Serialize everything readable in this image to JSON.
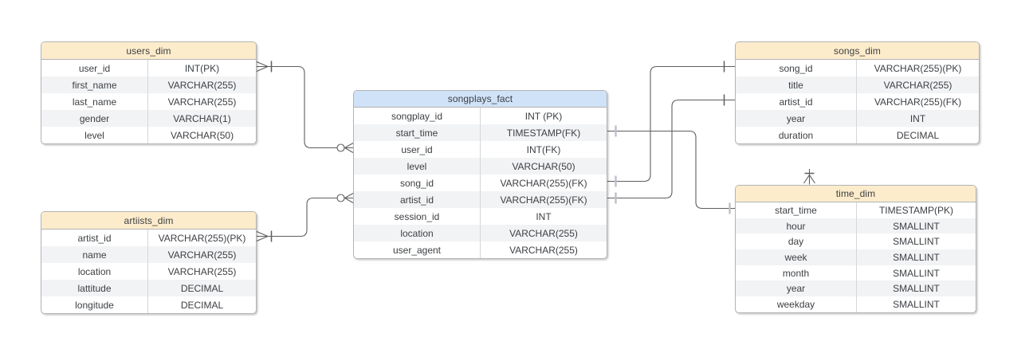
{
  "colors": {
    "dim_header": "#fdeccb",
    "fact_header": "#cfe2f7",
    "row_alt": "#f2f3f5",
    "table_border": "#b3b3b3",
    "connector_line": "#5e5e5e",
    "text": "#3c3f43"
  },
  "tables": [
    {
      "id": "users_dim",
      "title": "users_dim",
      "kind": "dim",
      "rows": [
        {
          "field": "user_id",
          "type": "INT(PK)"
        },
        {
          "field": "first_name",
          "type": "VARCHAR(255)"
        },
        {
          "field": "last_name",
          "type": "VARCHAR(255)"
        },
        {
          "field": "gender",
          "type": "VARCHAR(1)"
        },
        {
          "field": "level",
          "type": "VARCHAR(50)"
        }
      ]
    },
    {
      "id": "artiists_dim",
      "title": "artiists_dim",
      "kind": "dim",
      "rows": [
        {
          "field": "artist_id",
          "type": "VARCHAR(255)(PK)"
        },
        {
          "field": "name",
          "type": "VARCHAR(255)"
        },
        {
          "field": "location",
          "type": "VARCHAR(255)"
        },
        {
          "field": "lattitude",
          "type": "DECIMAL"
        },
        {
          "field": "longitude",
          "type": "DECIMAL"
        }
      ]
    },
    {
      "id": "songplays_fact",
      "title": "songplays_fact",
      "kind": "fact",
      "rows": [
        {
          "field": "songplay_id",
          "type": "INT (PK)"
        },
        {
          "field": "start_time",
          "type": "TIMESTAMP(FK)"
        },
        {
          "field": "user_id",
          "type": "INT(FK)"
        },
        {
          "field": "level",
          "type": "VARCHAR(50)"
        },
        {
          "field": "song_id",
          "type": "VARCHAR(255)(FK)"
        },
        {
          "field": "artist_id",
          "type": "VARCHAR(255)(FK)"
        },
        {
          "field": "session_id",
          "type": "INT"
        },
        {
          "field": "location",
          "type": "VARCHAR(255)"
        },
        {
          "field": "user_agent",
          "type": "VARCHAR(255)"
        }
      ]
    },
    {
      "id": "songs_dim",
      "title": "songs_dim",
      "kind": "dim",
      "rows": [
        {
          "field": "song_id",
          "type": "VARCHAR(255)(PK)"
        },
        {
          "field": "title",
          "type": "VARCHAR(255)"
        },
        {
          "field": "artist_id",
          "type": "VARCHAR(255)(FK)"
        },
        {
          "field": "year",
          "type": "INT"
        },
        {
          "field": "duration",
          "type": "DECIMAL"
        }
      ]
    },
    {
      "id": "time_dim",
      "title": "time_dim",
      "kind": "dim",
      "rows": [
        {
          "field": "start_time",
          "type": "TIMESTAMP(PK)"
        },
        {
          "field": "hour",
          "type": "SMALLINT"
        },
        {
          "field": "day",
          "type": "SMALLINT"
        },
        {
          "field": "week",
          "type": "SMALLINT"
        },
        {
          "field": "month",
          "type": "SMALLINT"
        },
        {
          "field": "year",
          "type": "SMALLINT"
        },
        {
          "field": "weekday",
          "type": "SMALLINT"
        }
      ]
    }
  ],
  "relationships": [
    {
      "source": "songplays_fact.user_id",
      "target": "users_dim.user_id",
      "source_marker": "zero-or-many (ring + crow-foot)",
      "target_marker": "one-and-many (crow-foot + tick)"
    },
    {
      "source": "songplays_fact.artist_id",
      "target": "artiists_dim.artist_id",
      "source_marker": "zero-or-many (ring + crow-foot)",
      "target_marker": "one-and-many (crow-foot + tick)"
    },
    {
      "source": "songplays_fact.start_time",
      "target": "time_dim.start_time",
      "source_marker": "one (tick)",
      "target_marker": "one (tick)"
    },
    {
      "source": "songplays_fact.song_id",
      "target": "songs_dim.song_id",
      "source_marker": "one (tick)",
      "target_marker": "one (tick)"
    },
    {
      "source": "songplays_fact.artist_id",
      "target": "songs_dim.artist_id",
      "source_marker": "one (tick)",
      "target_marker": "one (tick)"
    },
    {
      "source": "(dangling stub)",
      "target": "time_dim (top edge)",
      "source_marker": "none",
      "target_marker": "many-with-tick (crow-foot + tick)"
    }
  ]
}
